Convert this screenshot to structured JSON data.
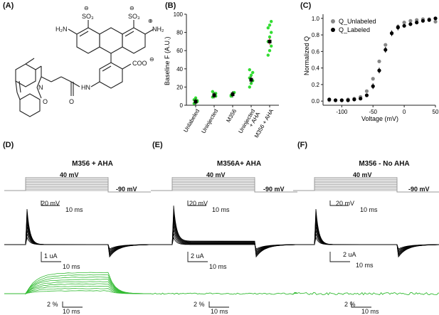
{
  "panels": {
    "A": "(A)",
    "B": "(B)",
    "C": "(C)",
    "D": "(D)",
    "E": "(E)",
    "F": "(F)"
  },
  "molecule": {
    "labels": [
      "H₂N",
      "SO₃",
      "SO₃",
      "NH₂",
      "COO",
      "HN",
      "N",
      "O",
      "O"
    ],
    "charges": [
      "⊖",
      "⊖",
      "⊕",
      "⊖"
    ]
  },
  "panel_b": {
    "ylabel": "Baseline F (A.U.)",
    "yticks": [
      "0",
      "20",
      "40",
      "60",
      "80",
      "100"
    ],
    "categories": [
      "Unlabeled",
      "Uninjected",
      "M356",
      "Uninjected\n+ AHA",
      "M356 + AHA"
    ]
  },
  "panel_c": {
    "ylabel": "Normalized Q",
    "xlabel": "Voltage (mV)",
    "xticks": [
      "-100",
      "-50",
      "0",
      "50"
    ],
    "yticks": [
      "0.0",
      "0.2",
      "0.4",
      "0.6",
      "0.8",
      "1.0"
    ],
    "legend": [
      "Q_Unlabeled",
      "Q_Labeled"
    ]
  },
  "traces": {
    "D": {
      "title": "M356 + AHA",
      "v_hold": "40 mV",
      "v_rest": "-90 mV",
      "v_scale": "20 mV",
      "t_scale": "10 ms",
      "i_scale": "1 uA",
      "f_scale": "2 %"
    },
    "E": {
      "title": "M356A+ AHA",
      "v_hold": "40 mV",
      "v_rest": "-90 mV",
      "v_scale": "20 mV",
      "t_scale": "10 ms",
      "i_scale": "2 uA",
      "f_scale": "2 %"
    },
    "F": {
      "title": "M356 - No AHA",
      "v_hold": "40 mV",
      "v_rest": "-90 mV",
      "v_scale": "20 mV",
      "t_scale": "10 ms",
      "i_scale": "2 uA",
      "f_scale": "2 %"
    }
  },
  "colors": {
    "green": "#33bb33",
    "bright_green": "#33dd33",
    "grey": "#888888",
    "black": "#000000",
    "red": "#cc0000"
  },
  "chart_data": [
    {
      "type": "scatter",
      "ylabel": "Baseline F (A.U.)",
      "ylim": [
        0,
        100
      ],
      "categories": [
        "Unlabeled",
        "Uninjected",
        "M356",
        "Uninjected + AHA",
        "M356 + AHA"
      ],
      "mean": [
        4,
        11,
        12,
        28,
        70
      ],
      "points": [
        [
          2,
          3,
          5,
          6,
          8,
          4
        ],
        [
          9,
          11,
          13,
          15,
          12,
          10
        ],
        [
          10,
          12,
          14,
          11,
          13
        ],
        [
          20,
          24,
          27,
          30,
          33,
          36,
          39
        ],
        [
          55,
          60,
          65,
          70,
          75,
          80,
          85,
          88,
          92
        ]
      ]
    },
    {
      "type": "scatter",
      "xlabel": "Voltage (mV)",
      "ylabel": "Normalized Q",
      "xlim": [
        -130,
        50
      ],
      "ylim": [
        -0.05,
        1.05
      ],
      "series": [
        {
          "name": "Q_Unlabeled",
          "x": [
            -120,
            -110,
            -100,
            -90,
            -80,
            -70,
            -60,
            -50,
            -40,
            -30,
            -20,
            -10,
            0,
            10,
            20,
            30,
            40,
            50
          ],
          "y": [
            0.01,
            0.01,
            0.01,
            0.02,
            0.03,
            0.05,
            0.12,
            0.27,
            0.48,
            0.68,
            0.82,
            0.9,
            0.95,
            0.97,
            0.98,
            0.99,
            0.99,
            0.96
          ]
        },
        {
          "name": "Q_Labeled",
          "x": [
            -120,
            -110,
            -100,
            -90,
            -80,
            -70,
            -60,
            -50,
            -40,
            -30,
            -20,
            -10,
            0,
            10,
            20,
            30,
            40,
            50
          ],
          "y": [
            0.02,
            0.01,
            0.01,
            0.01,
            0.02,
            0.03,
            0.07,
            0.18,
            0.37,
            0.62,
            0.82,
            0.89,
            0.91,
            0.93,
            0.95,
            0.97,
            0.98,
            1.0
          ]
        }
      ]
    }
  ]
}
